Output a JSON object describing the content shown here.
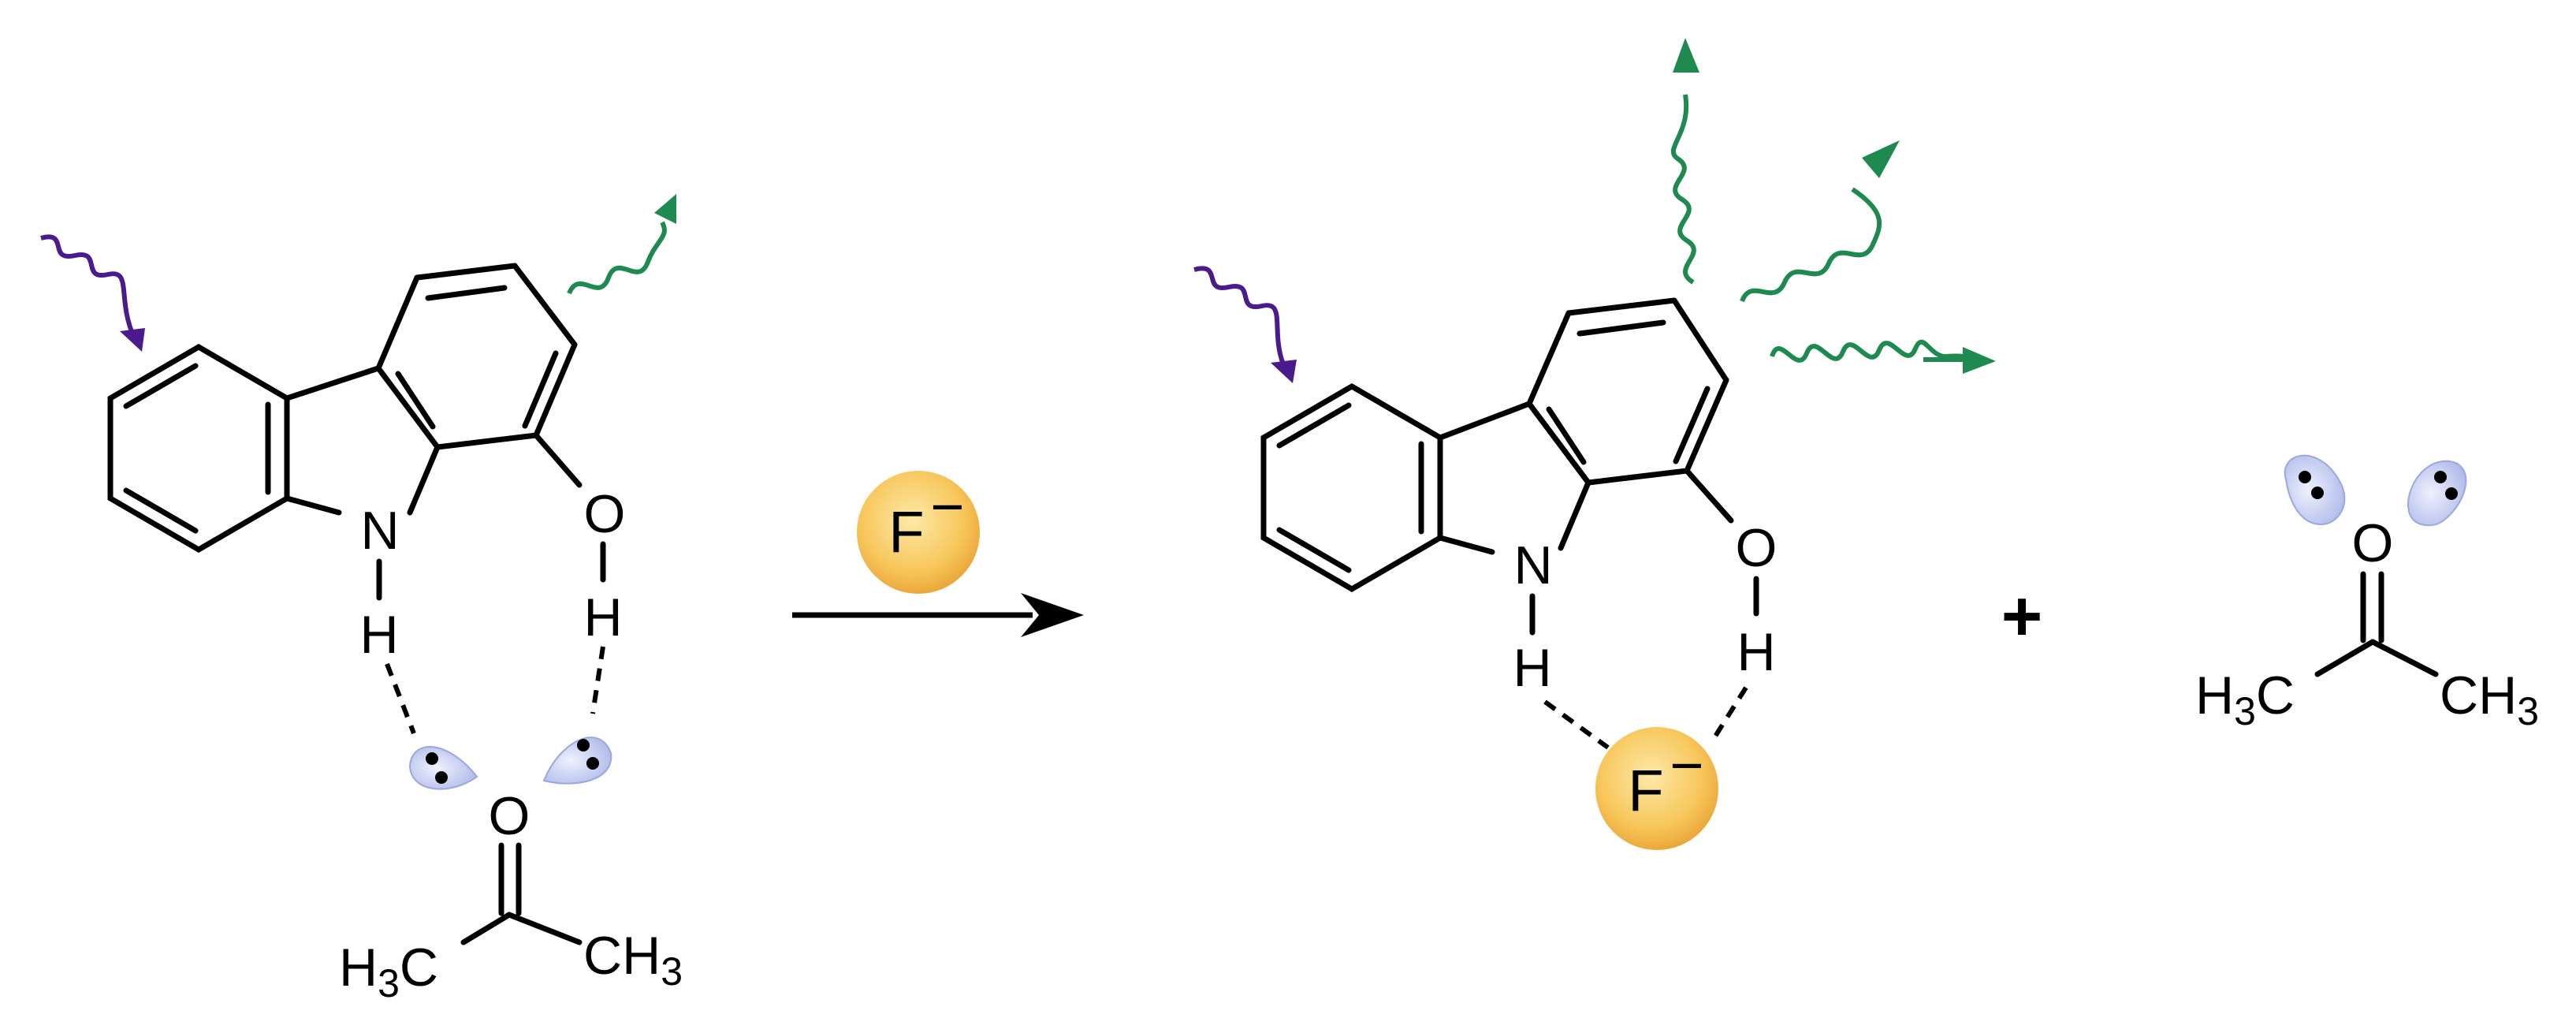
{
  "colors": {
    "excitation": "#4b1a8c",
    "emission": "#1e8a50",
    "fluoride_fill": "#f7c65a",
    "lone_pair_fill": "#b8c4ee"
  },
  "reactant": {
    "atoms": {
      "nitrogen": "N",
      "oxygen": "O",
      "hydrogen_nh": "H",
      "hydrogen_oh": "H"
    },
    "acetone": {
      "oxygen": "O",
      "methyl_left": "H3C",
      "methyl_right": "CH3"
    }
  },
  "reagent": {
    "label": "F",
    "charge": "−"
  },
  "product": {
    "atoms": {
      "nitrogen": "N",
      "oxygen": "O",
      "hydrogen_nh": "H",
      "hydrogen_oh": "H"
    },
    "bound_anion": {
      "label": "F",
      "charge": "−"
    }
  },
  "plus_sign": "+",
  "released": {
    "acetone": {
      "oxygen": "O",
      "methyl_left": "H3C",
      "methyl_right": "CH3"
    }
  }
}
